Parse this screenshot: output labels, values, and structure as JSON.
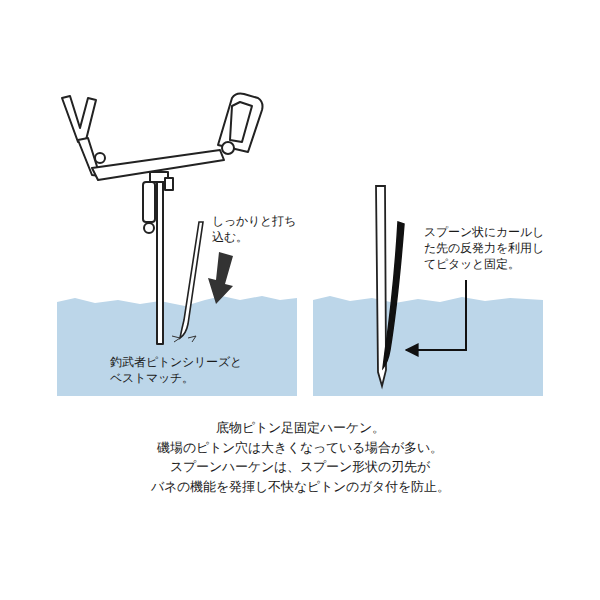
{
  "diagram": {
    "caption": "底物ピトン足固定ハーケン。 磯場のピトン穴は大きくなっている場合が多い。 スプーンハーケンは、スプーン形状の刃先が バネの機能を発揮し不快なピトンのガタ付を防止。",
    "labels": [
      "しっかりと打ち 込む。",
      "釣武者ピトンシリーズと ベストマッチ。",
      "スプーン状にカールし た先の反発力を利用し てピタッと固定。"
    ]
  }
}
